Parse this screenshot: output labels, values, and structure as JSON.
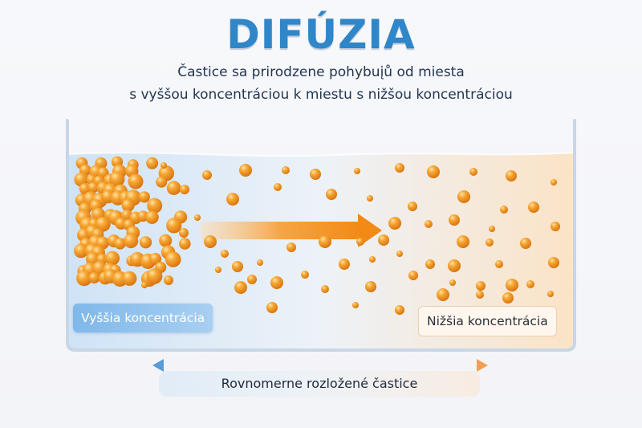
{
  "title": "DIFÚZIA",
  "subtitle": {
    "line1": "Častice sa prirodzene pohybuįů od miesta",
    "line2": "s vyššou koncentráciou k miestu s nižšou koncentráciou"
  },
  "labels": {
    "high_concentration": "Vyššia koncentrácia",
    "low_concentration": "Nižšia koncentrácia"
  },
  "caption": "Rovnomerne rozložené častice",
  "colors": {
    "title": "#2f86c8",
    "particle": "#f29a22",
    "arrow": "#f08a1c",
    "high_side": "#a8cff1",
    "low_side": "#f8ddb8"
  }
}
